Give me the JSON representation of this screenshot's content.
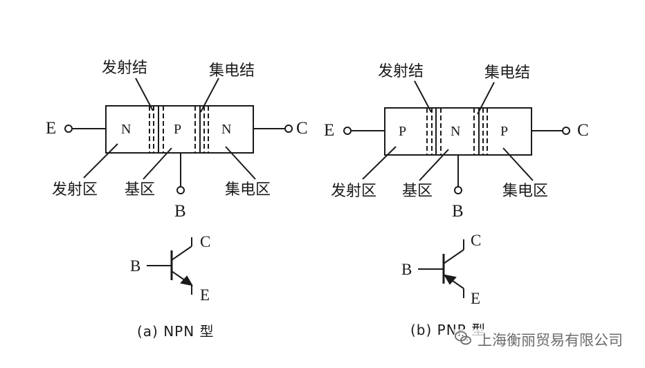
{
  "npn": {
    "emitter_junction": "发射结",
    "collector_junction": "集电结",
    "emitter_region": "发射区",
    "base_region": "基区",
    "collector_region": "集电区",
    "pin_e": "E",
    "pin_c": "C",
    "pin_b": "B",
    "region_1": "N",
    "region_2": "P",
    "region_3": "N",
    "symbol_b": "B",
    "symbol_c": "C",
    "symbol_e": "E",
    "caption": "(a) NPN 型"
  },
  "pnp": {
    "emitter_junction": "发射结",
    "collector_junction": "集电结",
    "emitter_region": "发射区",
    "base_region": "基区",
    "collector_region": "集电区",
    "pin_e": "E",
    "pin_c": "C",
    "pin_b": "B",
    "region_1": "P",
    "region_2": "N",
    "region_3": "P",
    "symbol_b": "B",
    "symbol_c": "C",
    "symbol_e": "E",
    "caption": "(b) PNP 型"
  },
  "watermark": {
    "text": "上海衡丽贸易有限公司",
    "icon": "wechat-icon"
  },
  "colors": {
    "ink": "#1a1a1a",
    "watermark": "#6b6b6b"
  }
}
